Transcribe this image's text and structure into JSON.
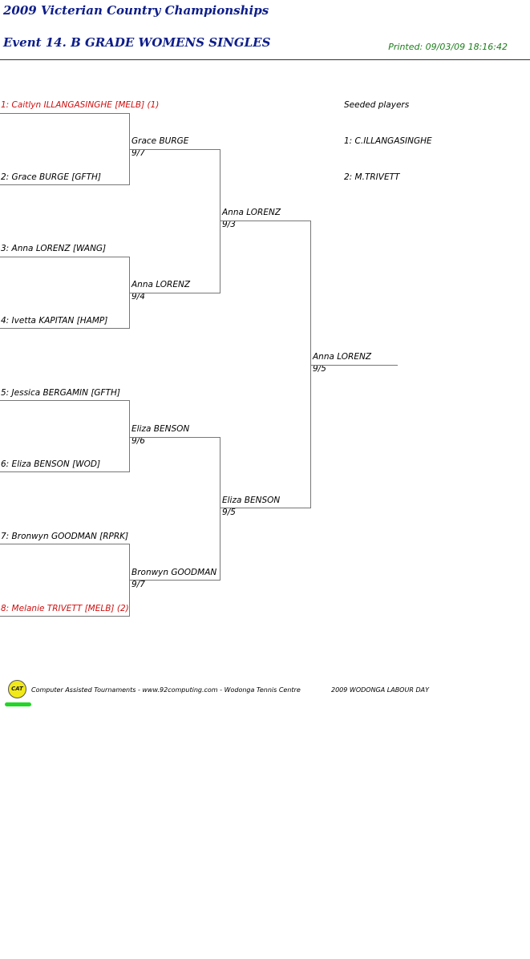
{
  "header": {
    "tournament": "2009 Victerian Country Championships",
    "event": "Event 14. B GRADE WOMENS SINGLES",
    "printed": "Printed: 09/03/09 18:16:42"
  },
  "round1": [
    {
      "entry": "1: Caitlyn ILLANGASINGHE [MELB] (1)",
      "seeded": true
    },
    {
      "entry": "2: Grace BURGE [GFTH]",
      "seeded": false
    },
    {
      "entry": "3: Anna LORENZ [WANG]",
      "seeded": false
    },
    {
      "entry": "4: Ivetta KAPITAN [HAMP]",
      "seeded": false
    },
    {
      "entry": "5: Jessica BERGAMIN [GFTH]",
      "seeded": false
    },
    {
      "entry": "6: Eliza BENSON [WOD]",
      "seeded": false
    },
    {
      "entry": "7: Bronwyn GOODMAN [RPRK]",
      "seeded": false
    },
    {
      "entry": "8: Melanie TRIVETT [MELB] (2)",
      "seeded": true
    }
  ],
  "round2": [
    {
      "winner": "Grace BURGE",
      "score": "9/7"
    },
    {
      "winner": "Anna LORENZ",
      "score": "9/4"
    },
    {
      "winner": "Eliza BENSON",
      "score": "9/6"
    },
    {
      "winner": "Bronwyn GOODMAN",
      "score": "9/7"
    }
  ],
  "round3": [
    {
      "winner": "Anna LORENZ",
      "score": "9/3"
    },
    {
      "winner": "Eliza BENSON",
      "score": "9/5"
    }
  ],
  "final": {
    "winner": "Anna LORENZ",
    "score": "9/5"
  },
  "seeded_players": {
    "heading": "Seeded players",
    "list": [
      "1: C.ILLANGASINGHE",
      "2: M.TRIVETT"
    ]
  },
  "footer": {
    "logo_text": "CAT",
    "credit": "Computer Assisted Tournaments - www.92computing.com -  Wodonga Tennis Centre",
    "event_name": "2009 WODONGA LABOUR DAY"
  },
  "colors": {
    "title": "#0d1d8a",
    "printed": "#1c7d1c",
    "seed": "#d01010",
    "logo": "#f2ea18",
    "logo_bar": "#21d626"
  }
}
